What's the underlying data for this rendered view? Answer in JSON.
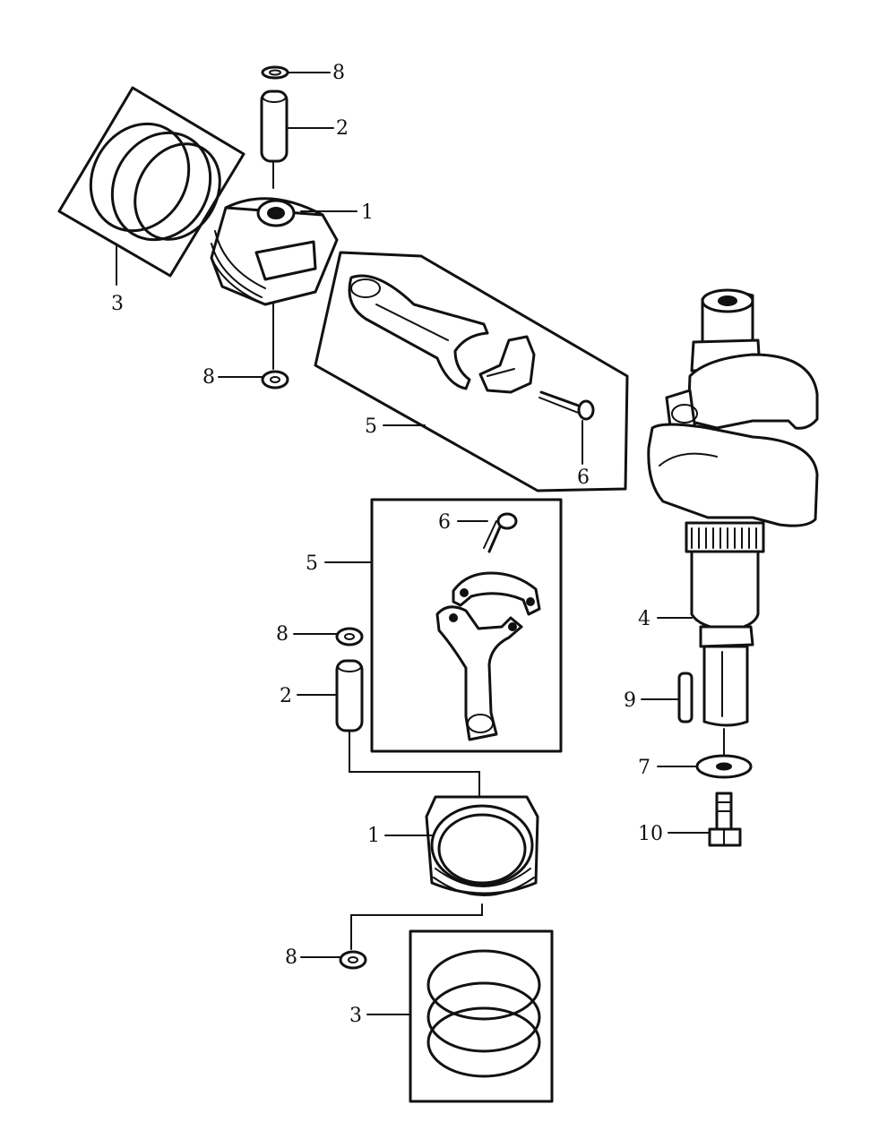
{
  "callouts": {
    "c8_top": "8",
    "c2_top": "2",
    "c1_top": "1",
    "c3_top": "3",
    "c8_mid": "8",
    "c5_top": "5",
    "c6_top": "6",
    "c6_low": "6",
    "c5_low": "5",
    "c8_low": "8",
    "c2_low": "2",
    "c1_low": "1",
    "c8_bot": "8",
    "c3_bot": "3",
    "c4": "4",
    "c9": "9",
    "c7": "7",
    "c10": "10"
  }
}
